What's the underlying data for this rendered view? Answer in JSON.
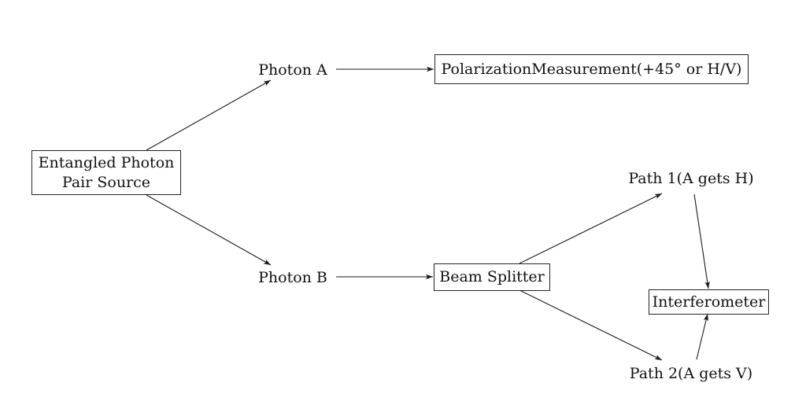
{
  "diagram": {
    "nodes": {
      "source": {
        "line1": "Entangled Photon",
        "line2": "Pair Source"
      },
      "photon_a": {
        "label": "Photon A"
      },
      "photon_b": {
        "label": "Photon B"
      },
      "polarization": {
        "label": "PolarizationMeasurement(+45° or H/V)"
      },
      "beam_splitter": {
        "label": "Beam Splitter"
      },
      "path1": {
        "label": "Path 1(A gets H)"
      },
      "path2": {
        "label": "Path 2(A gets V)"
      },
      "interferometer": {
        "label": "Interferometer"
      }
    },
    "edges": [
      {
        "from": "source",
        "to": "photon_a"
      },
      {
        "from": "source",
        "to": "photon_b"
      },
      {
        "from": "photon_a",
        "to": "polarization"
      },
      {
        "from": "photon_b",
        "to": "beam_splitter"
      },
      {
        "from": "beam_splitter",
        "to": "path1"
      },
      {
        "from": "beam_splitter",
        "to": "path2"
      },
      {
        "from": "path1",
        "to": "interferometer"
      },
      {
        "from": "path2",
        "to": "interferometer"
      }
    ]
  }
}
